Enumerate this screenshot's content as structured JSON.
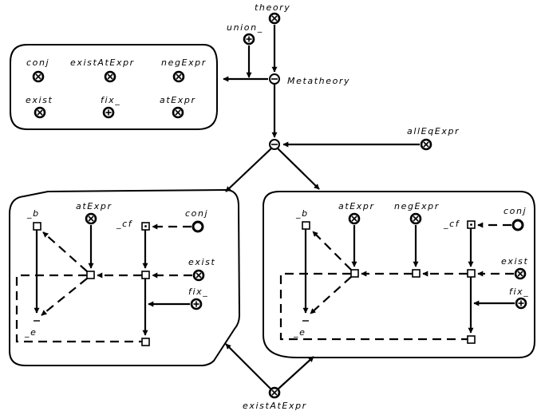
{
  "top": {
    "theory": "theory",
    "union": "union_",
    "metatheory": "Metatheory",
    "all_eq_expr": "allEqExpr",
    "exist_at_expr_bottom": "existAtExpr"
  },
  "cluster": {
    "conj": "conj",
    "exist_at_expr": "existAtExpr",
    "neg_expr": "negExpr",
    "exist": "exist",
    "fix": "fix_",
    "at_expr": "atExpr"
  },
  "left_graph": {
    "b": "_b",
    "at_expr": "atExpr",
    "cf": "_cf",
    "conj": "conj",
    "exist": "exist",
    "fix": "fix_",
    "e": "_e"
  },
  "right_graph": {
    "b": "_b",
    "at_expr": "atExpr",
    "neg_expr": "negExpr",
    "cf": "_cf",
    "conj": "conj",
    "exist": "exist",
    "fix": "fix_",
    "e": "_e"
  }
}
